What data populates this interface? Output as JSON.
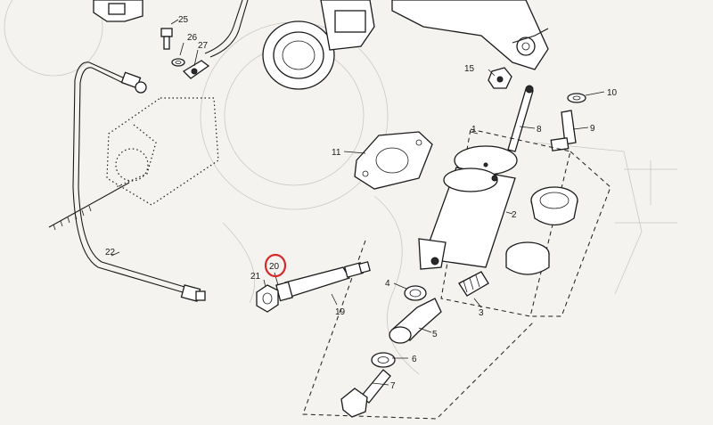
{
  "diagram": {
    "callouts": {
      "c1": "1",
      "c2": "2",
      "c3": "3",
      "c4": "4",
      "c5": "5",
      "c6": "6",
      "c7": "7",
      "c8": "8",
      "c9": "9",
      "c10": "10",
      "c11": "11",
      "c15": "15",
      "c19": "19",
      "c20": "20",
      "c21": "21",
      "c22": "22",
      "c25": "25",
      "c26": "26",
      "c27": "27"
    },
    "highlight": {
      "label": "20",
      "color": "#d42a2a"
    },
    "colors": {
      "ink": "#1a1a1a",
      "paper": "#f4f3f0",
      "ghost": "#c9c8c4"
    }
  }
}
